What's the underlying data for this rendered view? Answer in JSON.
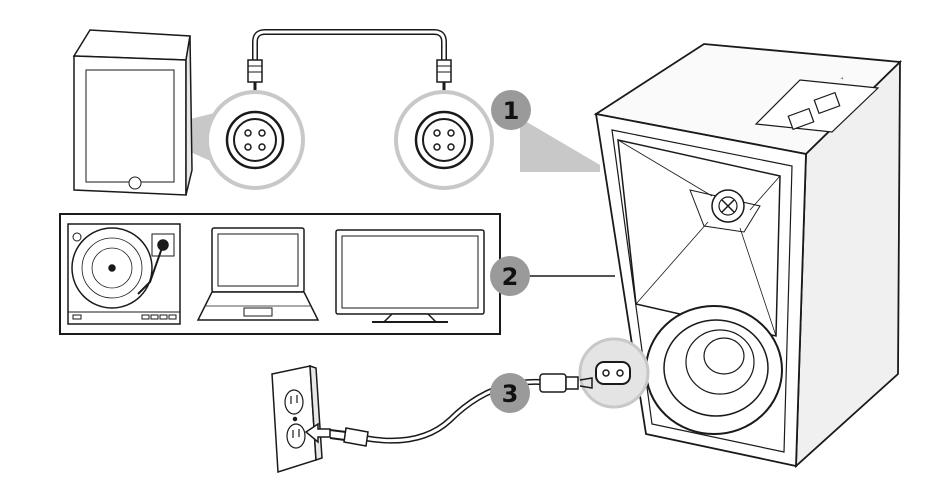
{
  "steps": [
    {
      "label": "1"
    },
    {
      "label": "2"
    },
    {
      "label": "3"
    }
  ],
  "colors": {
    "line": "#1a1a1a",
    "badge": "#9a9a9a",
    "callout": "#c8c8c8",
    "wood": "#f4f4f4"
  },
  "icons": [
    "passive-speaker-icon",
    "speaker-cable-icon",
    "connector-jack-icon",
    "turntable-icon",
    "laptop-icon",
    "tv-icon",
    "wall-outlet-icon",
    "power-plug-icon",
    "power-inlet-icon",
    "powered-speaker-icon"
  ]
}
